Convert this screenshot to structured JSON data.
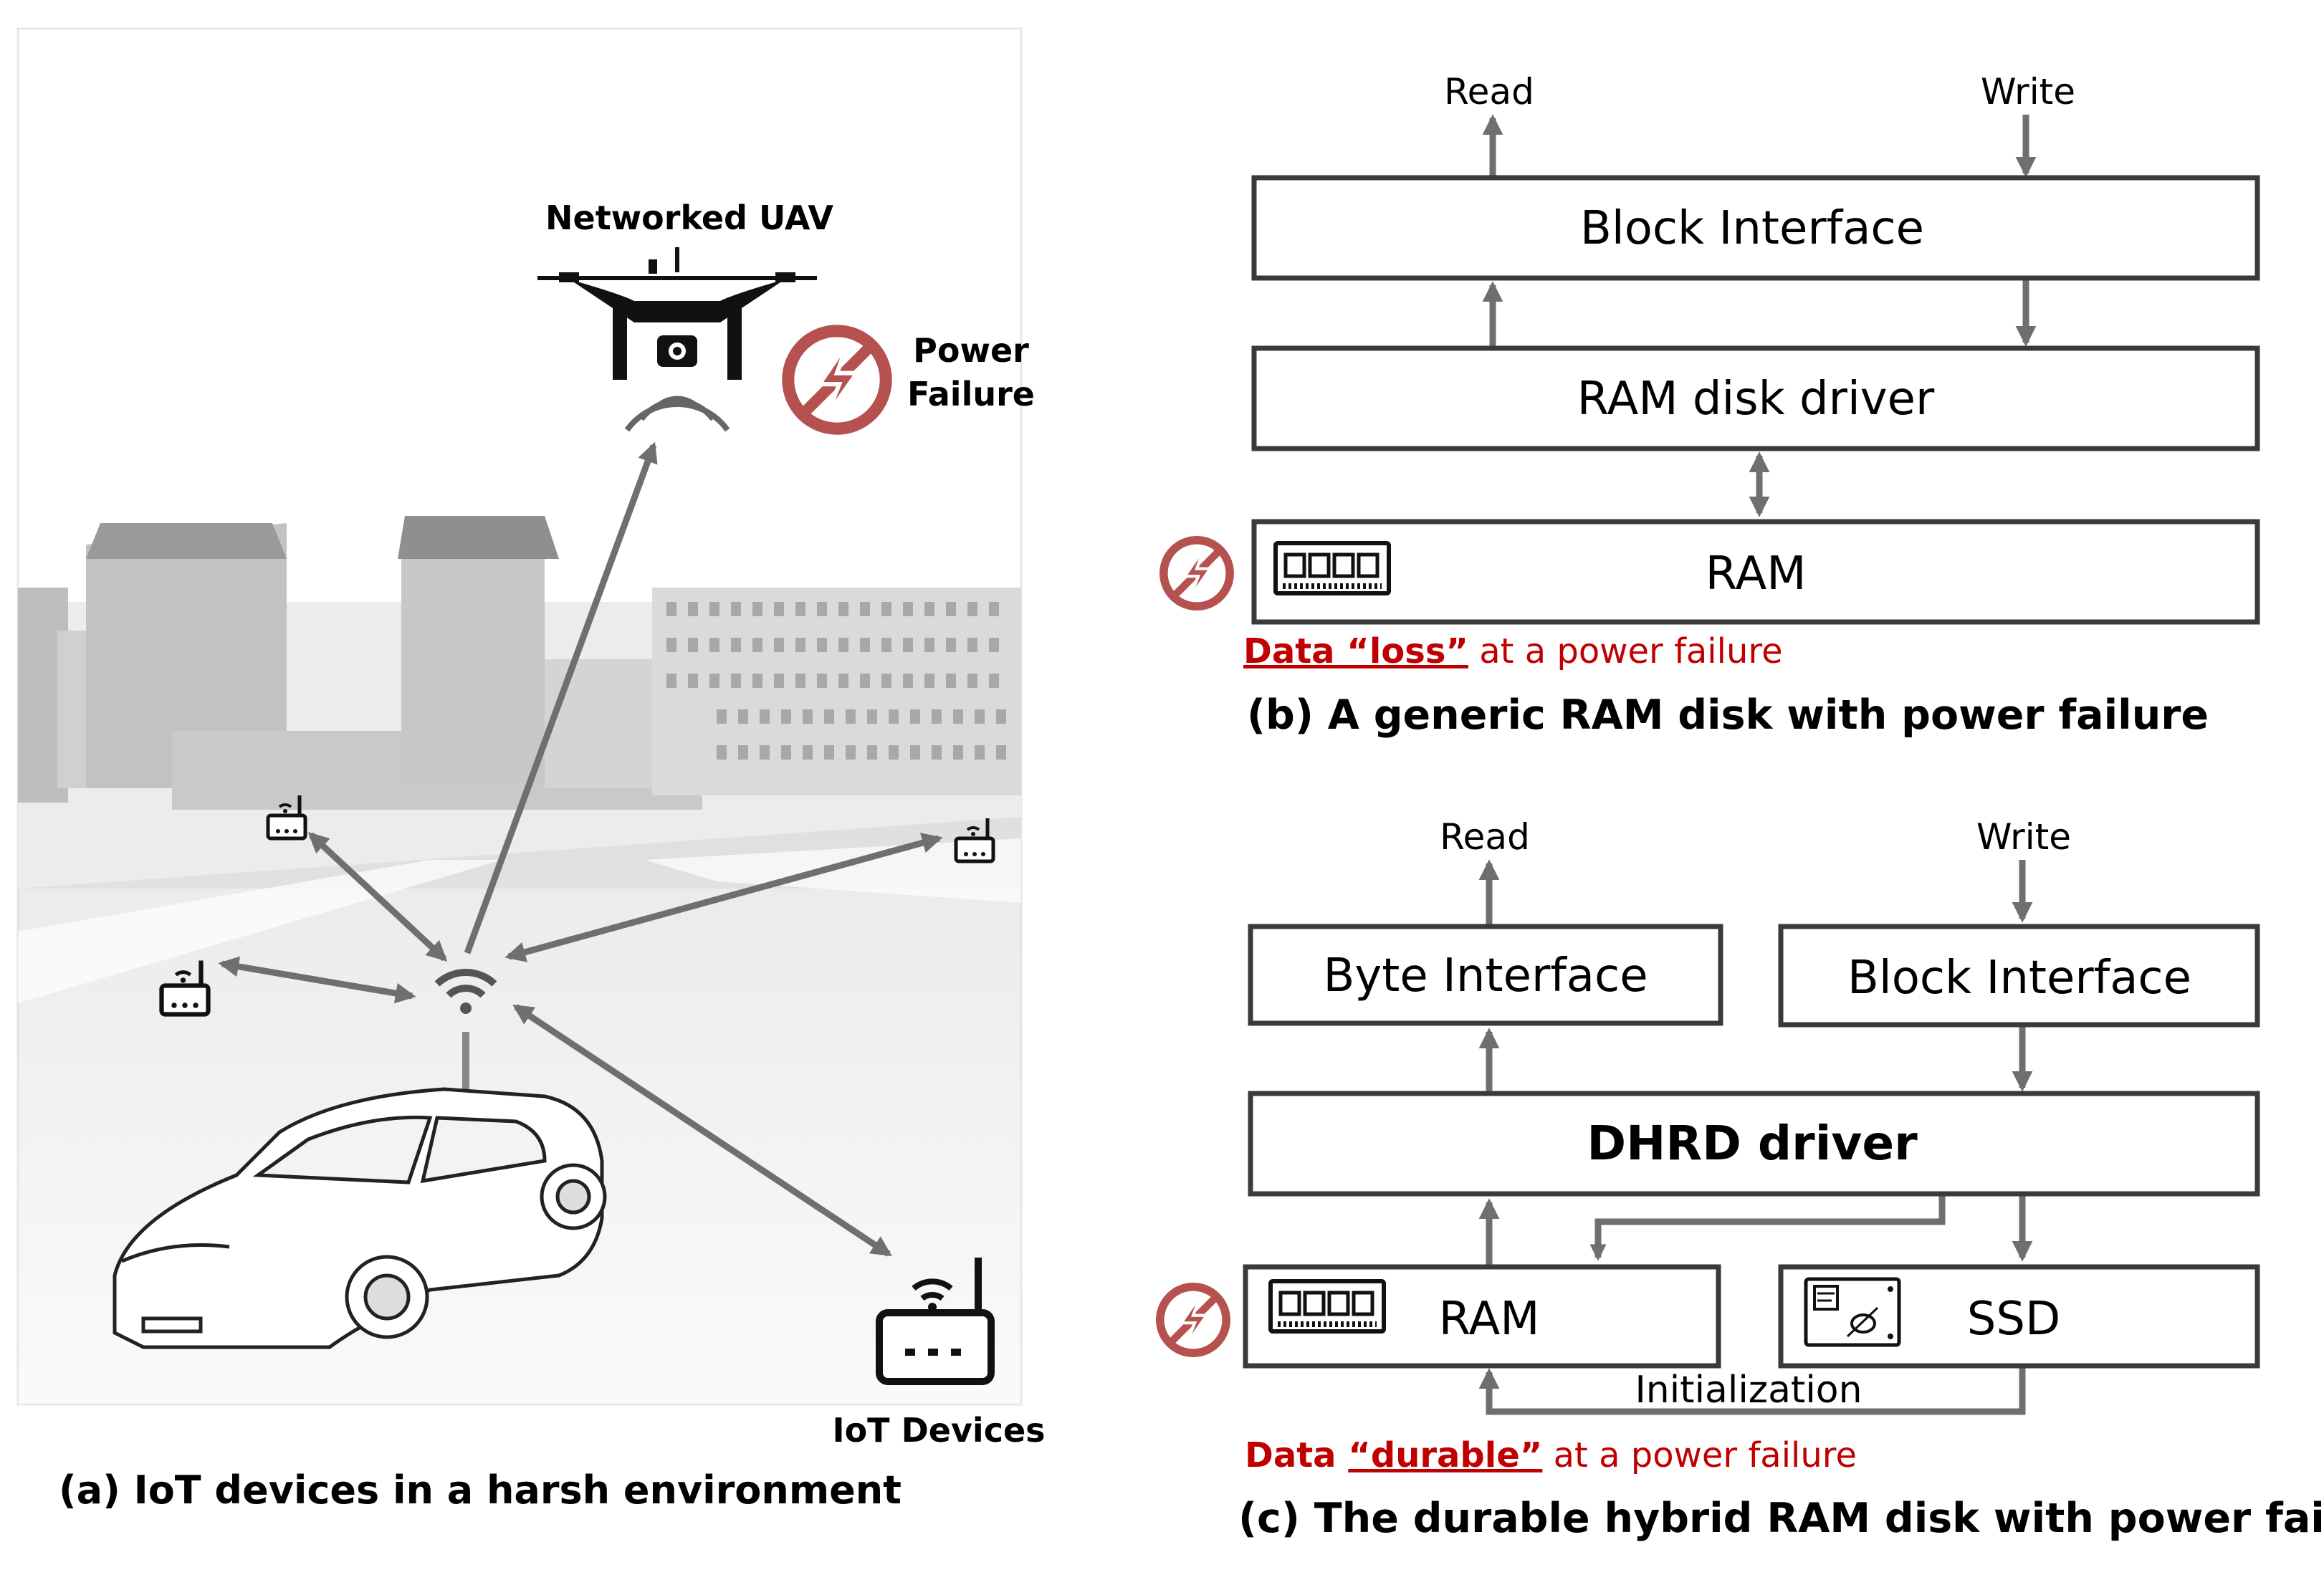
{
  "panel_a": {
    "caption": "(a) IoT devices in a harsh environment",
    "uav_label": "Networked UAV",
    "power_failure_line1": "Power",
    "power_failure_line2": "Failure",
    "iot_devices_label": "IoT Devices"
  },
  "panel_b": {
    "read_label": "Read",
    "write_label": "Write",
    "block_interface": "Block Interface",
    "ram_disk_driver": "RAM disk driver",
    "ram": "RAM",
    "data_loss_prefix": "Data “loss”",
    "data_loss_suffix": " at a power failure",
    "caption": "(b) A generic RAM disk with power failure"
  },
  "panel_c": {
    "read_label": "Read",
    "write_label": "Write",
    "byte_interface": "Byte Interface",
    "block_interface": "Block Interface",
    "dhrd_driver": "DHRD driver",
    "ram": "RAM",
    "ssd": "SSD",
    "initialization": "Initialization",
    "data_durable_prefix": "Data ",
    "data_durable_word": "“durable”",
    "data_durable_suffix": " at a power failure",
    "caption": "(c) The durable hybrid RAM disk with power failure"
  },
  "colors": {
    "arrow_gray": "#6f6f6f",
    "box_border": "#3a3a3a",
    "alert_red": "#c00000",
    "failure_icon": "#b5524f"
  },
  "icons": [
    "drone-icon",
    "power-failure-icon",
    "wifi-icon",
    "router-icon",
    "car-icon",
    "ram-module-icon",
    "ssd-icon",
    "building-icon"
  ]
}
